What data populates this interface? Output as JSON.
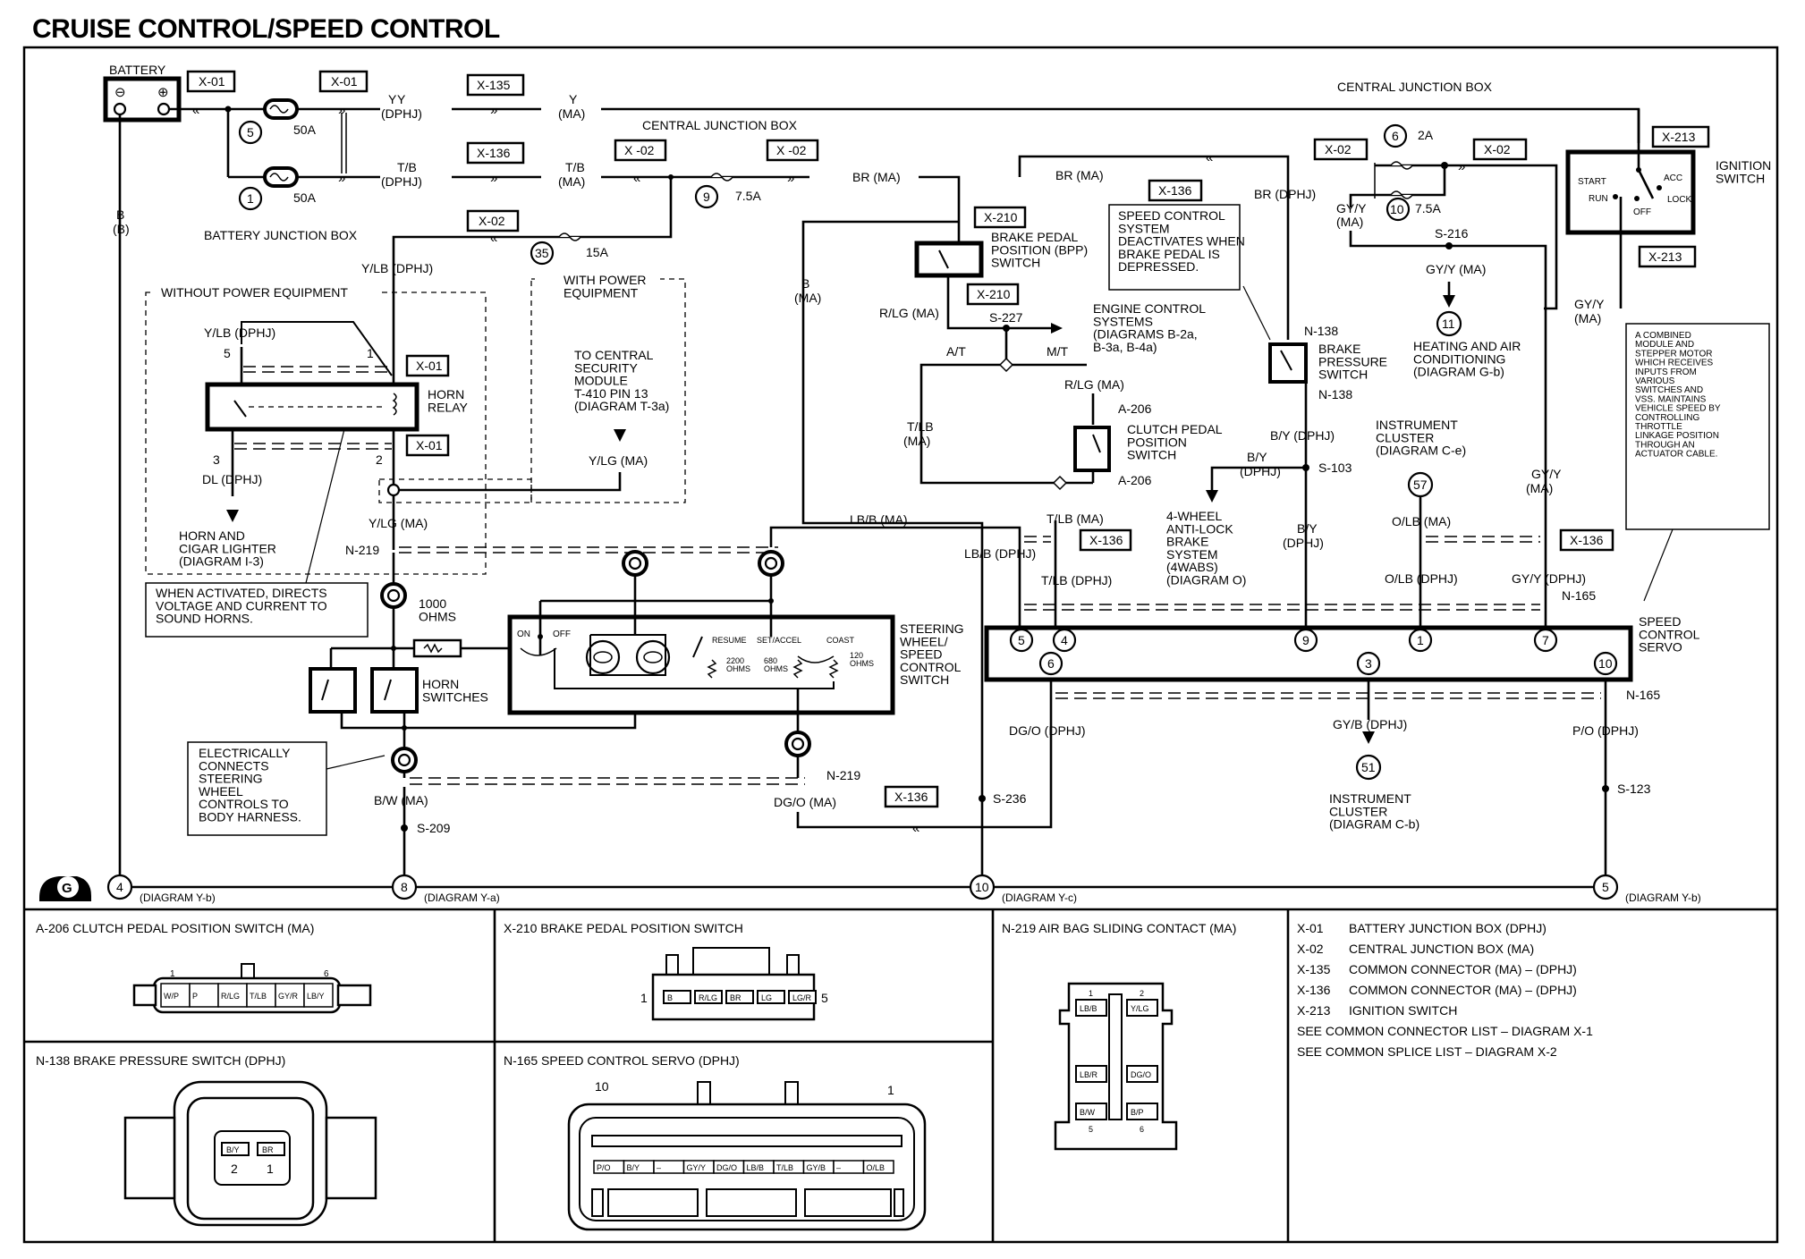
{
  "title": "CRUISE CONTROL/SPEED CONTROL",
  "power": {
    "battery_label": "BATTERY",
    "battery_terminals": [
      "⊖",
      "⊕"
    ],
    "battery_junction_box": "BATTERY JUNCTION BOX",
    "central_junction_box": "CENTRAL JUNCTION BOX",
    "fuses": [
      {
        "id": "5",
        "rating": "50A"
      },
      {
        "id": "1",
        "rating": "50A"
      },
      {
        "id": "35",
        "rating": "15A"
      },
      {
        "id": "9",
        "rating": "7.5A"
      },
      {
        "id": "6",
        "rating": "2A"
      },
      {
        "id": "10",
        "rating": "7.5A"
      }
    ]
  },
  "connectors": {
    "x01": "X-01",
    "x02": "X-02",
    "x02b": "X -02",
    "x135": "X-135",
    "x136": "X-136",
    "x210": "X-210",
    "x213": "X-213"
  },
  "wires": {
    "y_dphj": "Y\n(DPHJ)",
    "y": "Y",
    "ma": "(MA)",
    "dphj": "(DPHJ)",
    "tb": "T/B",
    "b": "B",
    "b_paren": "(B)",
    "ylb_dphj": "Y/LB (DPHJ)",
    "br_ma": "BR (MA)",
    "br_dphj": "BR (DPHJ)",
    "gyy": "GY/Y",
    "gyy_ma": "GY/Y (MA)",
    "gyy_dphj": "GY/Y (DPHJ)",
    "rlg_ma": "R/LG  (MA)",
    "at": "A/T",
    "mt": "M/T",
    "tlb": "T/LB",
    "tlb_ma": "T/LB  (MA)",
    "tlb_dphj": "T/LB (DPHJ)",
    "lbb_ma": "LB/B (MA)",
    "lbb_dphj": "LB/B (DPHJ)",
    "by_dphj": "B/Y (DPHJ)",
    "by": "B/Y",
    "olb_ma": "O/LB (MA)",
    "olb_dphj": "O/LB (DPHJ)",
    "dgo_dphj": "DG/O (DPHJ)",
    "gyb_dphj": "GY/B (DPHJ)",
    "po_dphj": "P/O (DPHJ)",
    "ylg_ma": "Y/LG (MA)",
    "dl_dphj": "DL (DPHJ)",
    "bw_ma": "B/W (MA)",
    "dgo_ma": "DG/O (MA)"
  },
  "splices": [
    "S-227",
    "S-216",
    "S-103",
    "S-236",
    "S-209",
    "S-123"
  ],
  "components": {
    "horn_relay": "HORN\nRELAY",
    "without_power_equipment": "WITHOUT POWER EQUIPMENT",
    "with_power_equipment": "WITH POWER\nEQUIPMENT",
    "to_central_security": "TO CENTRAL\nSECURITY\nMODULE\nT-410 PIN 13\n(DIAGRAM T-3a)",
    "horn_cigar": "HORN AND\nCIGAR LIGHTER\n(DIAGRAM I-3)",
    "horn_relay_pins": [
      "5",
      "1",
      "3",
      "2"
    ],
    "n219": "N-219",
    "ohms_1000": "1000\nOHMS",
    "horn_switches": "HORN\nSWITCHES",
    "steering_switch": "STEERING\nWHEEL/\nSPEED\nCONTROL\nSWITCH",
    "sw_on": "ON",
    "sw_off": "OFF",
    "sw_resume": "RESUME",
    "sw_set": "SET/ACCEL",
    "sw_coast": "COAST",
    "ohms_2200": "2200\nOHMS",
    "ohms_680": "680\nOHMS",
    "ohms_120": "120\nOHMS",
    "bpp_switch": "BRAKE PEDAL\nPOSITION (BPP)\nSWITCH",
    "engine_control": "ENGINE CONTROL\nSYSTEMS\n(DIAGRAMS B-2a,\nB-3a, B-4a)",
    "clutch_switch": "CLUTCH PEDAL\nPOSITION\nSWITCH",
    "a206": "A-206",
    "brake_pressure": "BRAKE\nPRESSURE\nSWITCH",
    "n138": "N-138",
    "heating": "HEATING AND AIR\nCONDITIONING\n(DIAGRAM G-b)",
    "heating_ref": "11",
    "cluster_ce": "INSTRUMENT\nCLUSTER\n(DIAGRAM C-e)",
    "cluster_ce_ref": "57",
    "abs": "4-WHEEL\nANTI-LOCK\nBRAKE\nSYSTEM\n(4WABS)\n(DIAGRAM O)",
    "ignition_switch": "IGNITION\nSWITCH",
    "ign_positions": [
      "START",
      "ACC",
      "RUN",
      "LOCK",
      "OFF"
    ],
    "servo": "SPEED\nCONTROL\nSERVO",
    "n165": "N-165",
    "servo_pins_top": [
      "5",
      "4",
      "9",
      "1",
      "7"
    ],
    "servo_pins_bottom": [
      "6",
      "3",
      "10"
    ],
    "cluster_cb": "INSTRUMENT\nCLUSTER\n(DIAGRAM C-b)",
    "cluster_cb_ref": "51"
  },
  "notes": {
    "horn_relay_note": "WHEN ACTIVATED, DIRECTS\nVOLTAGE AND CURRENT TO\nSOUND HORNS.",
    "slip_ring_note": "ELECTRICALLY\nCONNECTS\nSTEERING\nWHEEL\nCONTROLS TO\nBODY HARNESS.",
    "brake_note": "SPEED CONTROL\nSYSTEM\nDEACTIVATES WHEN\nBRAKE PEDAL IS\nDEPRESSED.",
    "servo_note": "A COMBINED\nMODULE AND\nSTEPPER MOTOR\nWHICH RECEIVES\nINPUTS FROM\nVARIOUS\nSWITCHES AND\nVSS. MAINTAINS\nVEHICLE SPEED BY\nCONTROLLING\nTHROTTLE\nLINKAGE POSITION\nTHROUGH AN\nACTUATOR CABLE."
  },
  "grounds": {
    "symbol": "G",
    "points": [
      {
        "id": "4",
        "ref": "(DIAGRAM Y-b)"
      },
      {
        "id": "8",
        "ref": "(DIAGRAM Y-a)"
      },
      {
        "id": "10",
        "ref": "(DIAGRAM Y-c)"
      },
      {
        "id": "5",
        "ref": "(DIAGRAM Y-b)"
      }
    ]
  },
  "connector_views": {
    "a206": {
      "title": "A-206   CLUTCH PEDAL POSITION SWITCH (MA)",
      "pin_first": "1",
      "pin_last": "6",
      "pins": [
        "W/P",
        "P",
        "R/LG",
        "T/LB",
        "GY/R",
        "LB/Y"
      ]
    },
    "x210": {
      "title": "X-210   BRAKE PEDAL POSITION SWITCH",
      "pin_first": "1",
      "pin_last": "5",
      "pins": [
        "B",
        "R/LG",
        "BR",
        "LG",
        "LG/R"
      ]
    },
    "n219": {
      "title": "N-219   AIR BAG SLIDING CONTACT (MA)",
      "pins": [
        {
          "n": "1",
          "c": "LB/B"
        },
        {
          "n": "2",
          "c": "Y/LG"
        },
        {
          "n": "",
          "c": "LB/R"
        },
        {
          "n": "",
          "c": "DG/O"
        },
        {
          "n": "5",
          "c": "B/W"
        },
        {
          "n": "6",
          "c": "B/P"
        }
      ]
    },
    "n138": {
      "title": "N-138   BRAKE PRESSURE SWITCH (DPHJ)",
      "pins": [
        "B/Y",
        "BR"
      ],
      "pin_nums": [
        "2",
        "1"
      ]
    },
    "n165": {
      "title": "N-165   SPEED CONTROL SERVO (DPHJ)",
      "pin_first": "10",
      "pin_last": "1",
      "pins": [
        "P/O",
        "B/Y",
        "–",
        "GY/Y",
        "DG/O",
        "LB/B",
        "T/LB",
        "GY/B",
        "–",
        "O/LB"
      ]
    }
  },
  "legend": [
    {
      "code": "X-01",
      "desc": "BATTERY JUNCTION BOX (DPHJ)"
    },
    {
      "code": "X-02",
      "desc": "CENTRAL JUNCTION BOX (MA)"
    },
    {
      "code": "X-135",
      "desc": "COMMON CONNECTOR (MA) – (DPHJ)"
    },
    {
      "code": "X-136",
      "desc": "COMMON CONNECTOR (MA) – (DPHJ)"
    },
    {
      "code": "X-213",
      "desc": "IGNITION SWITCH"
    }
  ],
  "legend_refs": [
    "SEE COMMON CONNECTOR LIST – DIAGRAM X-1",
    "SEE COMMON SPLICE LIST – DIAGRAM X-2"
  ]
}
